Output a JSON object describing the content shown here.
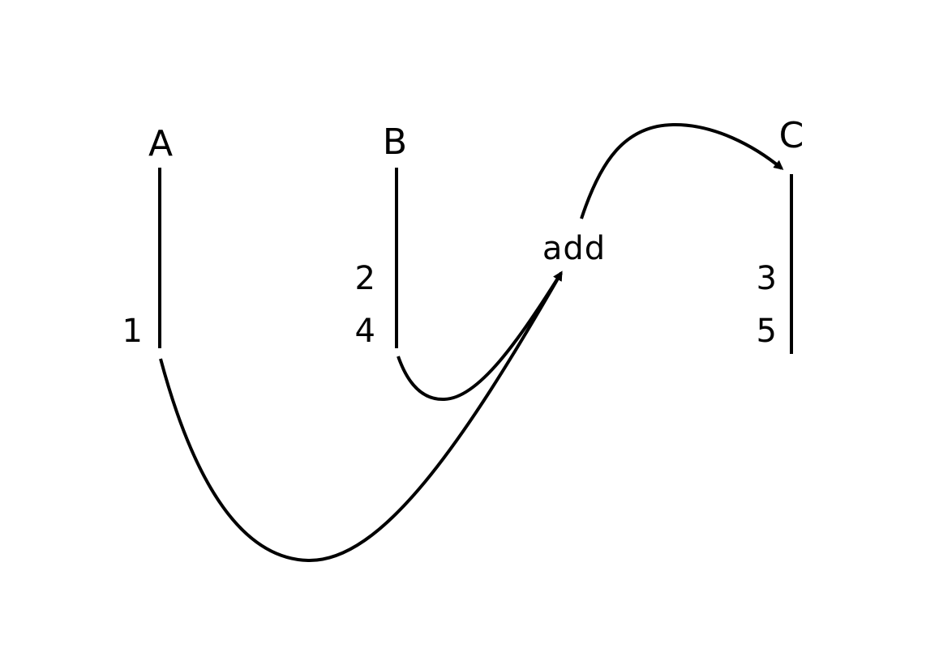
{
  "stacks": {
    "a": {
      "label": "A",
      "color": "#29a8e0",
      "values": [
        "1"
      ]
    },
    "b": {
      "label": "B",
      "color": "#f5dc3a",
      "values": [
        "2",
        "4"
      ]
    },
    "c": {
      "label": "C",
      "color": "#e0504b",
      "values": [
        "3",
        "5"
      ]
    }
  },
  "operation": {
    "label": "add"
  }
}
